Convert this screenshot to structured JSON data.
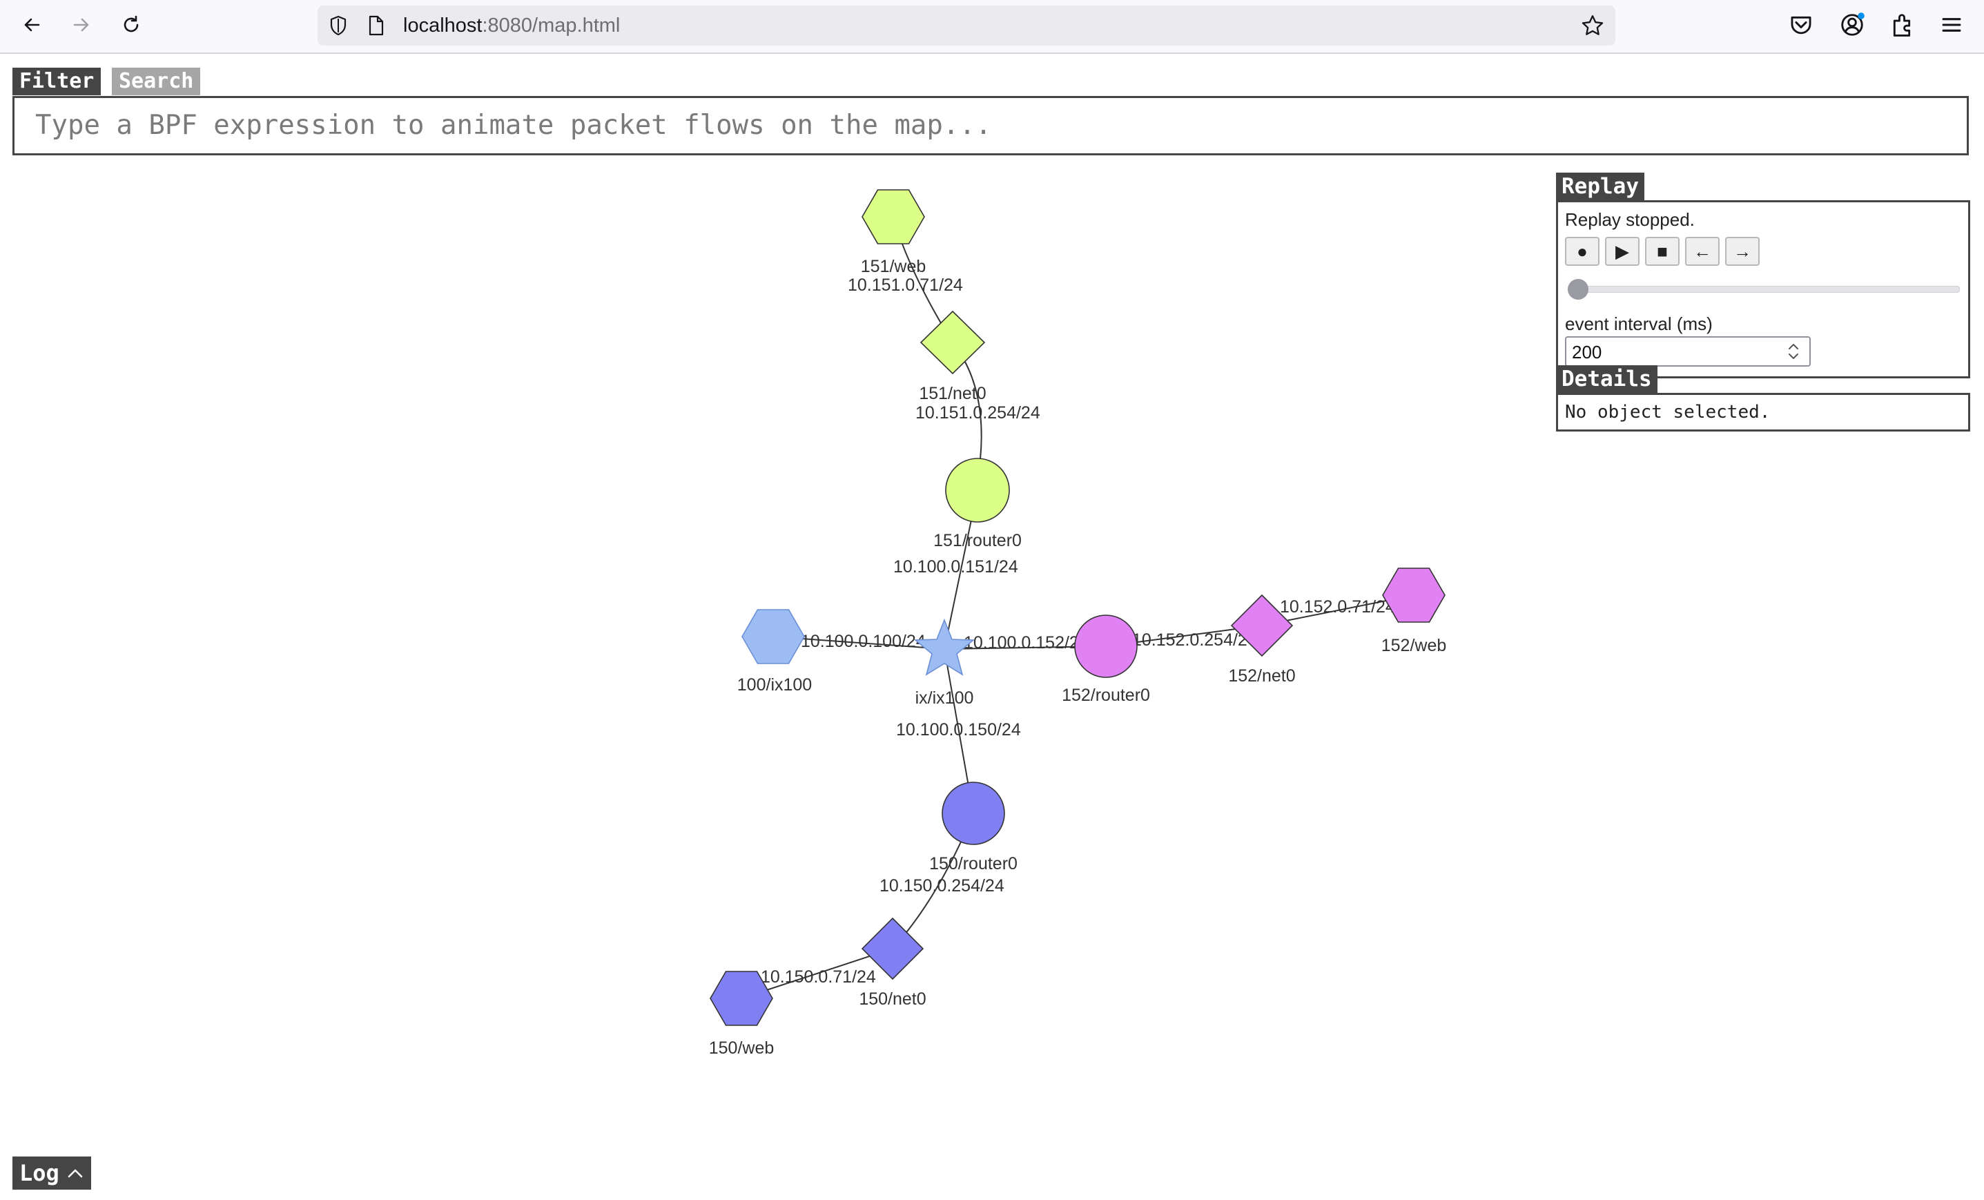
{
  "browser": {
    "url_host": "localhost",
    "url_path": ":8080/map.html"
  },
  "filter": {
    "tabs": [
      "Filter",
      "Search"
    ],
    "placeholder": "Type a BPF expression to animate packet flows on the map..."
  },
  "replay": {
    "title": "Replay",
    "status": "Replay stopped.",
    "buttons": [
      "●",
      "▶",
      "■",
      "←",
      "→"
    ],
    "interval_label": "event interval (ms)",
    "interval_value": "200",
    "slider_value": 0
  },
  "details": {
    "title": "Details",
    "text": "No object selected."
  },
  "map": {
    "colors": {
      "as151": "#dcff88",
      "as152": "#e082f4",
      "as150": "#8080f2",
      "ix": "#9dbcf4"
    },
    "nodes": {
      "web151": "151/web",
      "net151": "151/net0",
      "router151": "151/router0",
      "ix100": "100/ix100",
      "ix": "ix/ix100",
      "router152": "152/router0",
      "net152": "152/net0",
      "web152": "152/web",
      "router150": "150/router0",
      "net150": "150/net0",
      "web150": "150/web"
    },
    "links": {
      "web151_net": "10.151.0.71/24",
      "net151_router": "10.151.0.254/24",
      "router151_ix": "10.100.0.151/24",
      "ix100_ix": "10.100.0.100/24",
      "ix_router152": "10.100.0.152/24",
      "router152_net": "10.152.0.254/24",
      "net152_web": "10.152.0.71/24",
      "ix_router150": "10.100.0.150/24",
      "router150_net": "10.150.0.254/24",
      "net150_web": "10.150.0.71/24"
    }
  },
  "log": {
    "label": "Log"
  }
}
